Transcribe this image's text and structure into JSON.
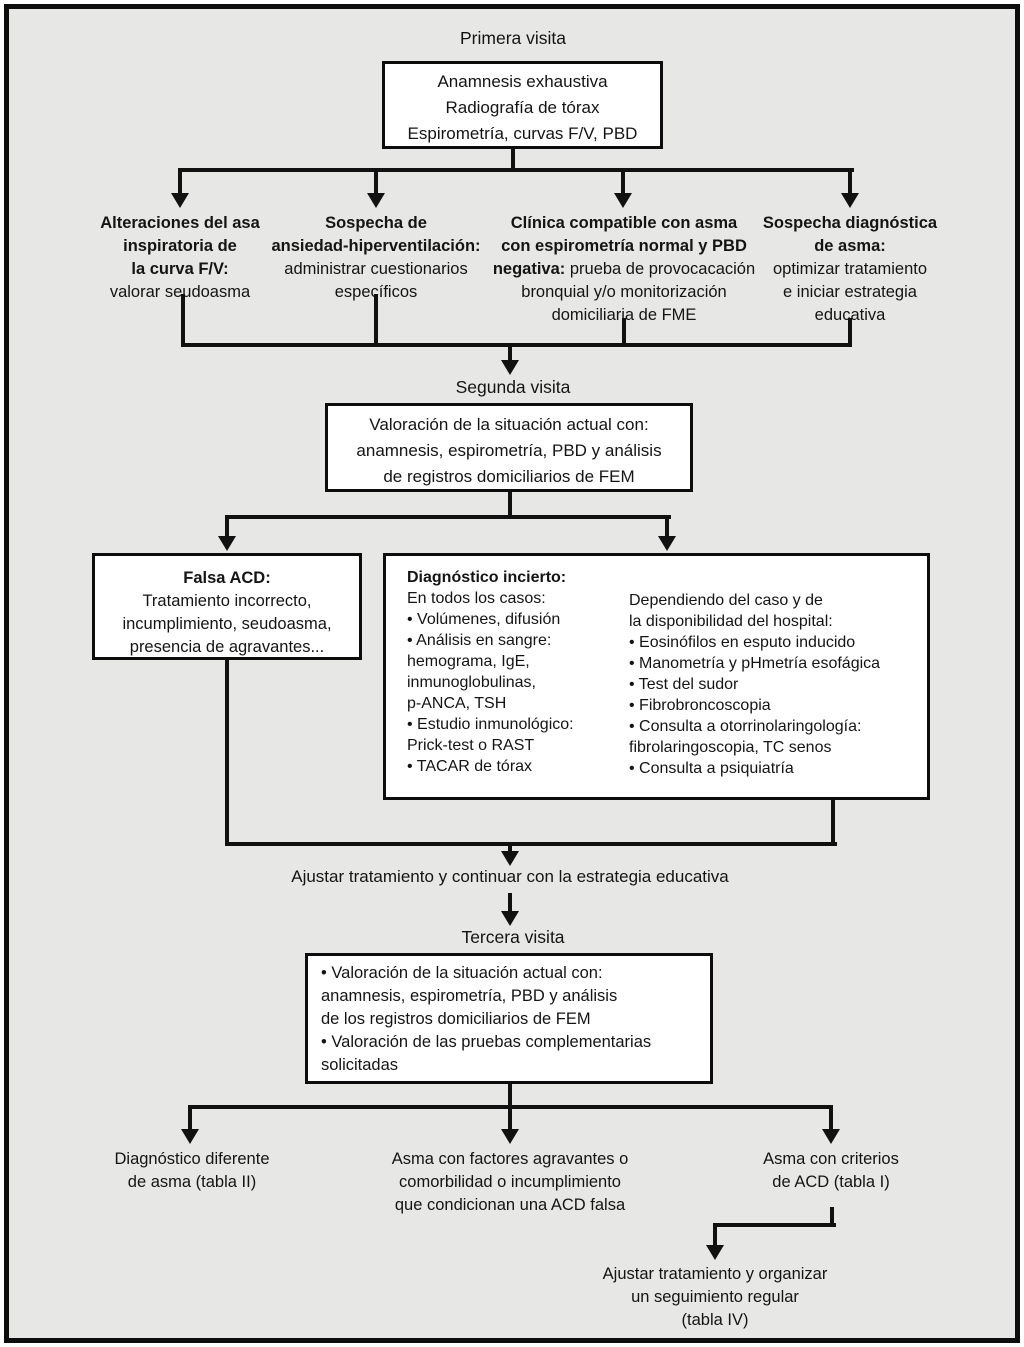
{
  "palette": {
    "background": "#e7e7e5",
    "box_background": "#ffffff",
    "line_color": "#111111",
    "text_color": "#141414",
    "border_color": "#0d0d0d"
  },
  "diagram": {
    "stage1": {
      "title": "Primera visita",
      "box": {
        "lines": [
          "Anamnesis exhaustiva",
          "Radiografía de tórax",
          "Espirometría, curvas F/V, PBD"
        ]
      }
    },
    "branches": [
      {
        "lines": [
          {
            "t": "Alteraciones del asa",
            "b": true
          },
          {
            "t": "inspiratoria de",
            "b": true
          },
          {
            "t": "la curva F/V:",
            "b": true
          },
          "valorar seudoasma"
        ]
      },
      {
        "lines": [
          {
            "t": "Sospecha de",
            "b": true
          },
          {
            "t": "ansiedad-hiperventilación:",
            "b": true
          },
          "administrar cuestionarios",
          "específicos"
        ]
      },
      {
        "lines": [
          {
            "t": "Clínica compatible con asma",
            "b": true
          },
          {
            "t": "con espirometría normal y PBD",
            "b": true
          },
          {
            "segs": [
              {
                "t": "negativa:",
                "b": true
              },
              {
                "t": " prueba de provocacación"
              }
            ]
          },
          "bronquial y/o monitorización",
          "domiciliaria de FME"
        ]
      },
      {
        "lines": [
          {
            "t": "Sospecha diagnóstica",
            "b": true
          },
          {
            "t": "de asma:",
            "b": true
          },
          "optimizar tratamiento",
          "e iniciar estrategia",
          "educativa"
        ]
      }
    ],
    "stage2": {
      "title": "Segunda visita",
      "box": {
        "lines": [
          "Valoración de la situación actual con:",
          "anamnesis, espirometría, PBD y análisis",
          "de registros domiciliarios de FEM"
        ]
      }
    },
    "false_acd_box": {
      "lines": [
        {
          "t": "Falsa ACD:",
          "b": true
        },
        "Tratamiento incorrecto,",
        "incumplimiento, seudoasma,",
        "presencia de agravantes..."
      ]
    },
    "uncertain_box": {
      "left_column": {
        "lines": [
          {
            "t": "Diagnóstico incierto:",
            "b": true
          },
          "En todos los casos:",
          "• Volúmenes, difusión",
          "• Análisis en sangre:",
          "hemograma, IgE,",
          "inmunoglobulinas,",
          "p-ANCA, TSH",
          "• Estudio inmunológico:",
          "Prick-test o RAST",
          "• TACAR de tórax"
        ]
      },
      "right_column": {
        "lines": [
          "Dependiendo del caso y de",
          "la disponibilidad del hospital:",
          "• Eosinófilos en esputo inducido",
          "• Manometría y pHmetría esofágica",
          "• Test del sudor",
          "• Fibrobroncoscopia",
          "• Consulta a otorrinolaringología:",
          "fibrolaringoscopia, TC senos",
          "• Consulta a psiquiatría"
        ]
      }
    },
    "adjust_label": "Ajustar tratamiento y continuar con la estrategia educativa",
    "stage3": {
      "title": "Tercera visita",
      "box": {
        "lines": [
          "• Valoración de la situación actual con:",
          "anamnesis, espirometría, PBD y análisis",
          "de los registros domiciliarios de FEM",
          "• Valoración de las pruebas complementarias",
          "solicitadas"
        ]
      }
    },
    "outcomes": [
      {
        "lines": [
          "Diagnóstico diferente",
          "de asma (tabla II)"
        ]
      },
      {
        "lines": [
          "Asma con factores agravantes o",
          "comorbilidad o incumplimiento",
          "que condicionan una ACD falsa"
        ]
      },
      {
        "lines": [
          "Asma con criterios",
          "de ACD (tabla I)"
        ]
      }
    ],
    "final_outcome": {
      "lines": [
        "Ajustar tratamiento y organizar",
        "un seguimiento regular",
        "(tabla IV)"
      ]
    }
  }
}
